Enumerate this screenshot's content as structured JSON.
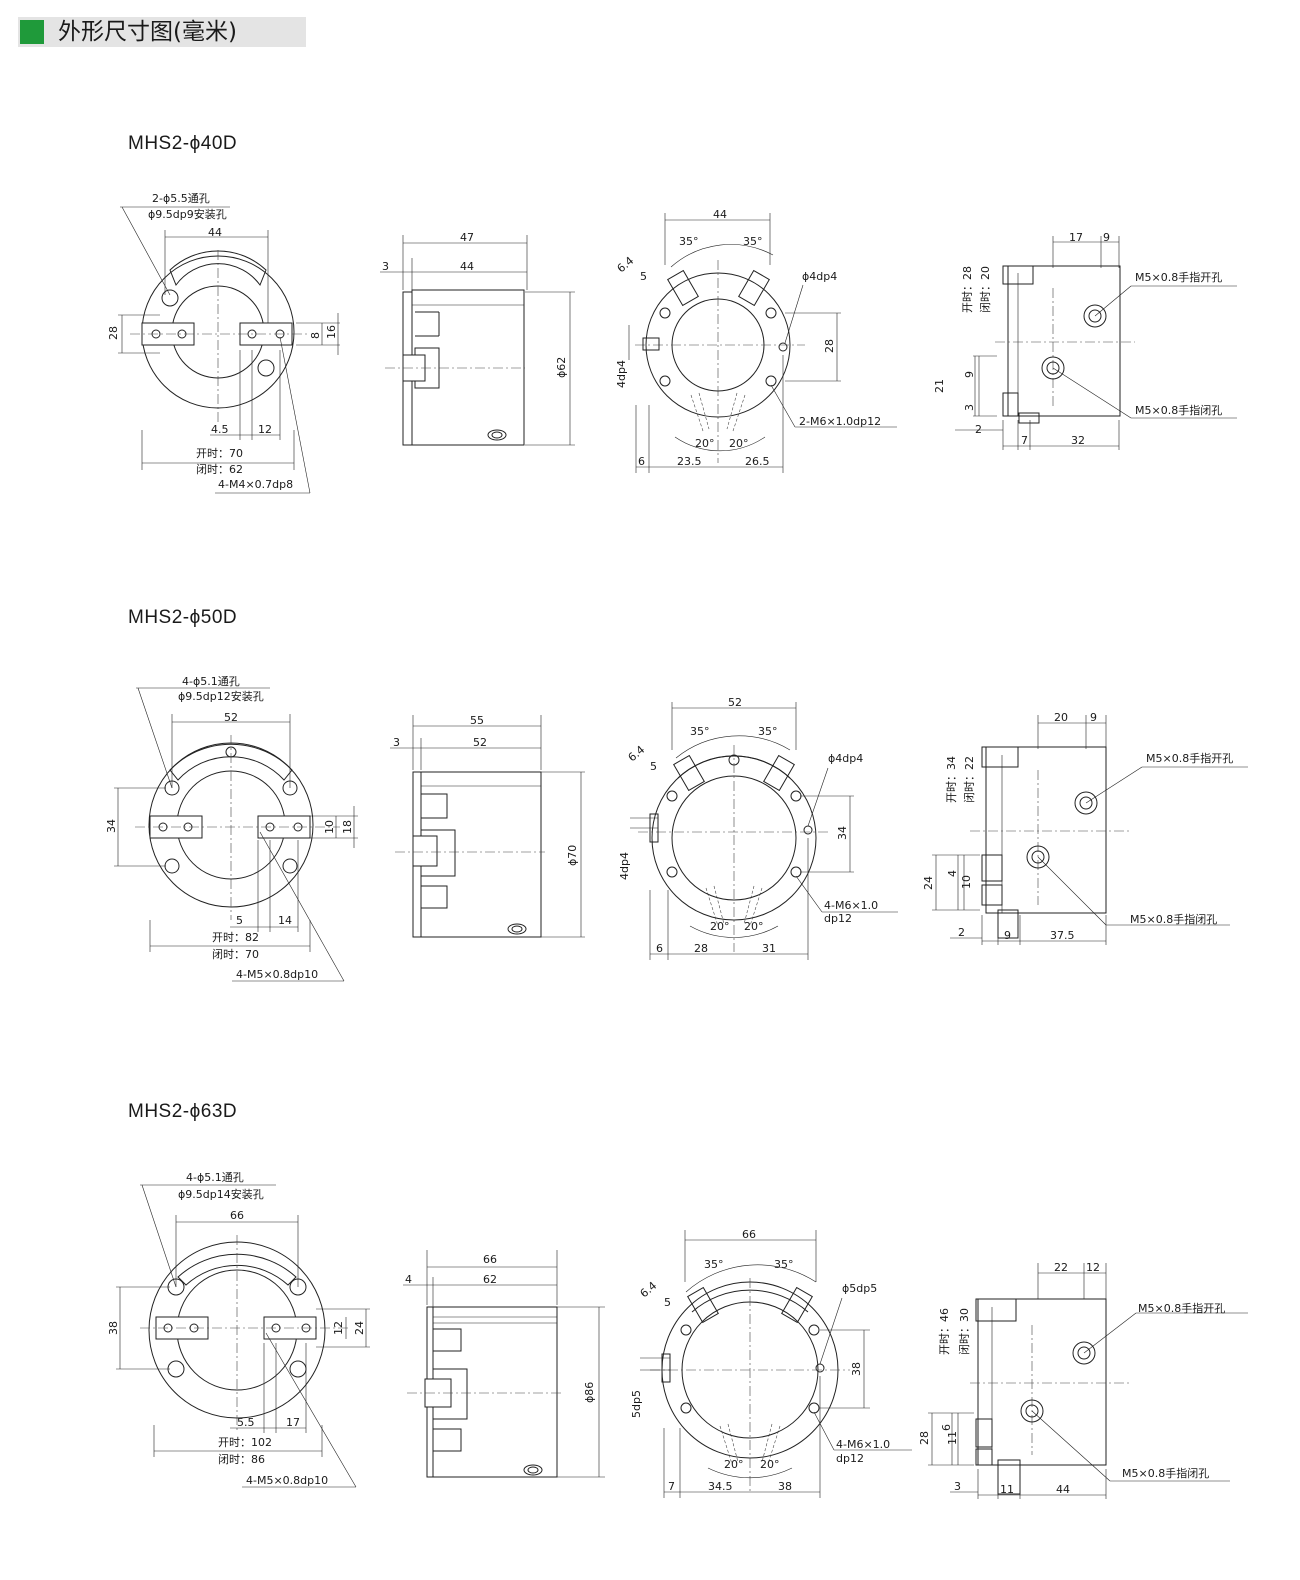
{
  "header": {
    "title": "外形尺寸图(毫米)",
    "accent_color": "#1f9a3a"
  },
  "models": [
    {
      "name": "MHS2-ϕ40D",
      "front": {
        "note1": "2-ϕ5.5通孔",
        "note2": "ϕ9.5dp9安装孔",
        "width": "44",
        "height": "28",
        "jaw_small": "8",
        "jaw": "16",
        "off1": "4.5",
        "off2": "12",
        "open": "开时：70",
        "closed": "闭时：62",
        "thread": "4-M4×0.7dp8"
      },
      "side": {
        "total": "47",
        "body": "44",
        "lip": "3",
        "dia": "ϕ62"
      },
      "rear": {
        "width": "44",
        "ang_l": "35°",
        "ang_r": "35°",
        "w1": "6.4",
        "w2": "5",
        "pin": "ϕ4dp4",
        "height": "28",
        "pin_l": "4dp4",
        "thread": "2-M6×1.0dp12",
        "ang_b1": "20°",
        "ang_b2": "20°",
        "d1": "6",
        "d2": "23.5",
        "d3": "26.5"
      },
      "top": {
        "d_a": "17",
        "d_b": "9",
        "open_label": "开时：28",
        "closed_label": "闭时：20",
        "port_open": "M5×0.8手指开孔",
        "port_close": "M5×0.8手指闭孔",
        "h1": "21",
        "h2": "9",
        "h3": "3",
        "b1": "2",
        "b2": "7",
        "b3": "32"
      }
    },
    {
      "name": "MHS2-ϕ50D",
      "front": {
        "note1": "4-ϕ5.1通孔",
        "note2": "ϕ9.5dp12安装孔",
        "width": "52",
        "height": "34",
        "jaw_small": "10",
        "jaw": "18",
        "off1": "5",
        "off2": "14",
        "open": "开时：82",
        "closed": "闭时：70",
        "thread": "4-M5×0.8dp10"
      },
      "side": {
        "total": "55",
        "body": "52",
        "lip": "3",
        "dia": "ϕ70"
      },
      "rear": {
        "width": "52",
        "ang_l": "35°",
        "ang_r": "35°",
        "w1": "6.4",
        "w2": "5",
        "pin": "ϕ4dp4",
        "height": "34",
        "pin_l": "4dp4",
        "thread": "4-M6×1.0",
        "thread2": "dp12",
        "ang_b1": "20°",
        "ang_b2": "20°",
        "d1": "6",
        "d2": "28",
        "d3": "31"
      },
      "top": {
        "d_a": "20",
        "d_b": "9",
        "open_label": "开时：34",
        "closed_label": "闭时：22",
        "port_open": "M5×0.8手指开孔",
        "port_close": "M5×0.8手指闭孔",
        "h1": "24",
        "h2": "4",
        "h3": "10",
        "b1": "2",
        "b2": "9",
        "b3": "37.5"
      }
    },
    {
      "name": "MHS2-ϕ63D",
      "front": {
        "note1": "4-ϕ5.1通孔",
        "note2": "ϕ9.5dp14安装孔",
        "width": "66",
        "height": "38",
        "jaw_small": "12",
        "jaw": "24",
        "off1": "5.5",
        "off2": "17",
        "open": "开时：102",
        "closed": "闭时：86",
        "thread": "4-M5×0.8dp10"
      },
      "side": {
        "total": "66",
        "body": "62",
        "lip": "4",
        "dia": "ϕ86"
      },
      "rear": {
        "width": "66",
        "ang_l": "35°",
        "ang_r": "35°",
        "w1": "6.4",
        "w2": "5",
        "pin": "ϕ5dp5",
        "height": "38",
        "pin_l": "5dp5",
        "thread": "4-M6×1.0",
        "thread2": "dp12",
        "ang_b1": "20°",
        "ang_b2": "20°",
        "d1": "7",
        "d2": "34.5",
        "d3": "38"
      },
      "top": {
        "d_a": "22",
        "d_b": "12",
        "open_label": "开时：46",
        "closed_label": "闭时：30",
        "port_open": "M5×0.8手指开孔",
        "port_close": "M5×0.8手指闭孔",
        "h1": "28",
        "h2": "6",
        "h3": "11",
        "b1": "3",
        "b2": "11",
        "b3": "44"
      }
    }
  ]
}
